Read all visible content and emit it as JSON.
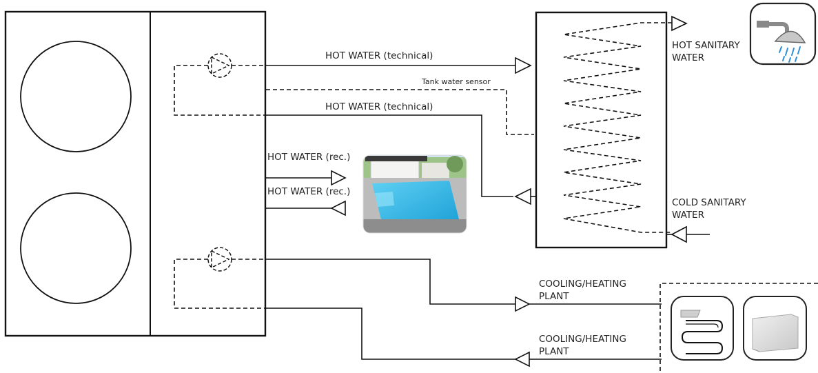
{
  "labels": {
    "hot_water_technical_top": "HOT WATER (technical)",
    "tank_water_sensor": "Tank water sensor",
    "hot_water_technical_return": "HOT WATER (technical)",
    "hot_water_rec_out": "HOT WATER (rec.)",
    "hot_water_rec_in": "HOT WATER (rec.)",
    "hot_sanitary_water_line1": "HOT SANITARY",
    "hot_sanitary_water_line2": "WATER",
    "cold_sanitary_water_line1": "COLD SANITARY",
    "cold_sanitary_water_line2": "WATER",
    "cooling_heating_plant_out_line1": "COOLING/HEATING",
    "cooling_heating_plant_out_line2": "PLANT",
    "cooling_heating_plant_in_line1": "COOLING/HEATING",
    "cooling_heating_plant_in_line2": "PLANT"
  },
  "icons": {
    "shower": "shower-icon",
    "pool": "swimming-pool-picture",
    "floor_heating": "underfloor-heating-icon",
    "radiator": "radiator-icon",
    "pump_top": "circulation-pump-icon",
    "pump_bottom": "circulation-pump-icon",
    "fan_top": "fan-circle-icon",
    "fan_bottom": "fan-circle-icon"
  },
  "colors": {
    "line": "#111111",
    "pool_water": "#2fb3e0",
    "shower_drops": "#2d8fd6"
  }
}
